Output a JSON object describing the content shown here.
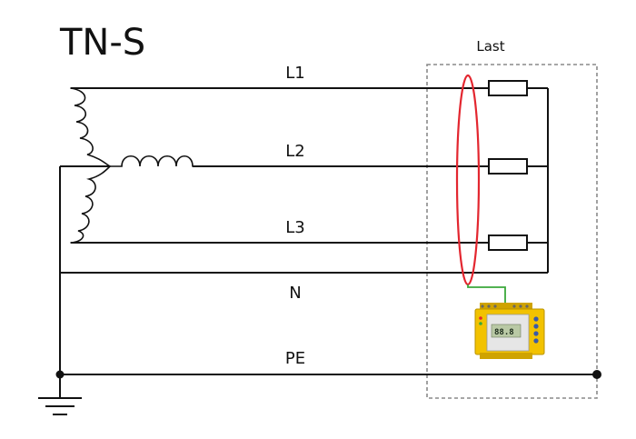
{
  "title": "TN-S",
  "load_label": "Last",
  "conductors": {
    "l1": "L1",
    "l2": "L2",
    "l3": "L3",
    "n": "N",
    "pe": "PE"
  },
  "colors": {
    "wire": "#111111",
    "current_transformer": "#e3262f",
    "monitor_lead": "#3aa83a",
    "device_body": "#f2c200",
    "load_border": "#8a8a8a"
  }
}
